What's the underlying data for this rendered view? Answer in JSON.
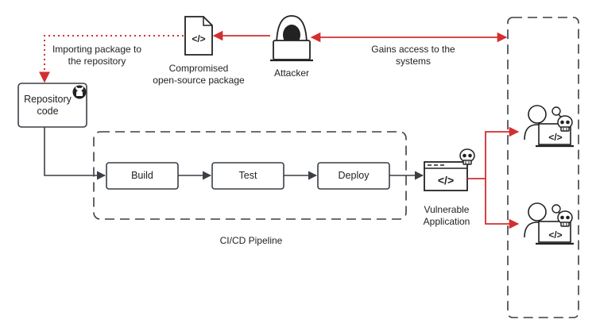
{
  "colors": {
    "line": "#3a3f47",
    "accent": "#d32f2f",
    "text": "#222222"
  },
  "labels": {
    "importing_line1": "Importing package to",
    "importing_line2": "the repository",
    "compromised_line1": "Compromised",
    "compromised_line2": "open-source package",
    "attacker": "Attacker",
    "gains_line1": "Gains access to the",
    "gains_line2": "systems",
    "repo_line1": "Repository",
    "repo_line2": "code",
    "pipeline": "CI/CD Pipeline",
    "vulnerable_line1": "Vulnerable",
    "vulnerable_line2": "Application"
  },
  "stages": [
    "Build",
    "Test",
    "Deploy"
  ],
  "code_glyph": "</>",
  "icons": {
    "repo": "github-icon",
    "package": "code-file-icon",
    "attacker": "hacker-icon",
    "app": "browser-window-icon",
    "skull": "skull-icon",
    "victim": "user-laptop-icon"
  }
}
